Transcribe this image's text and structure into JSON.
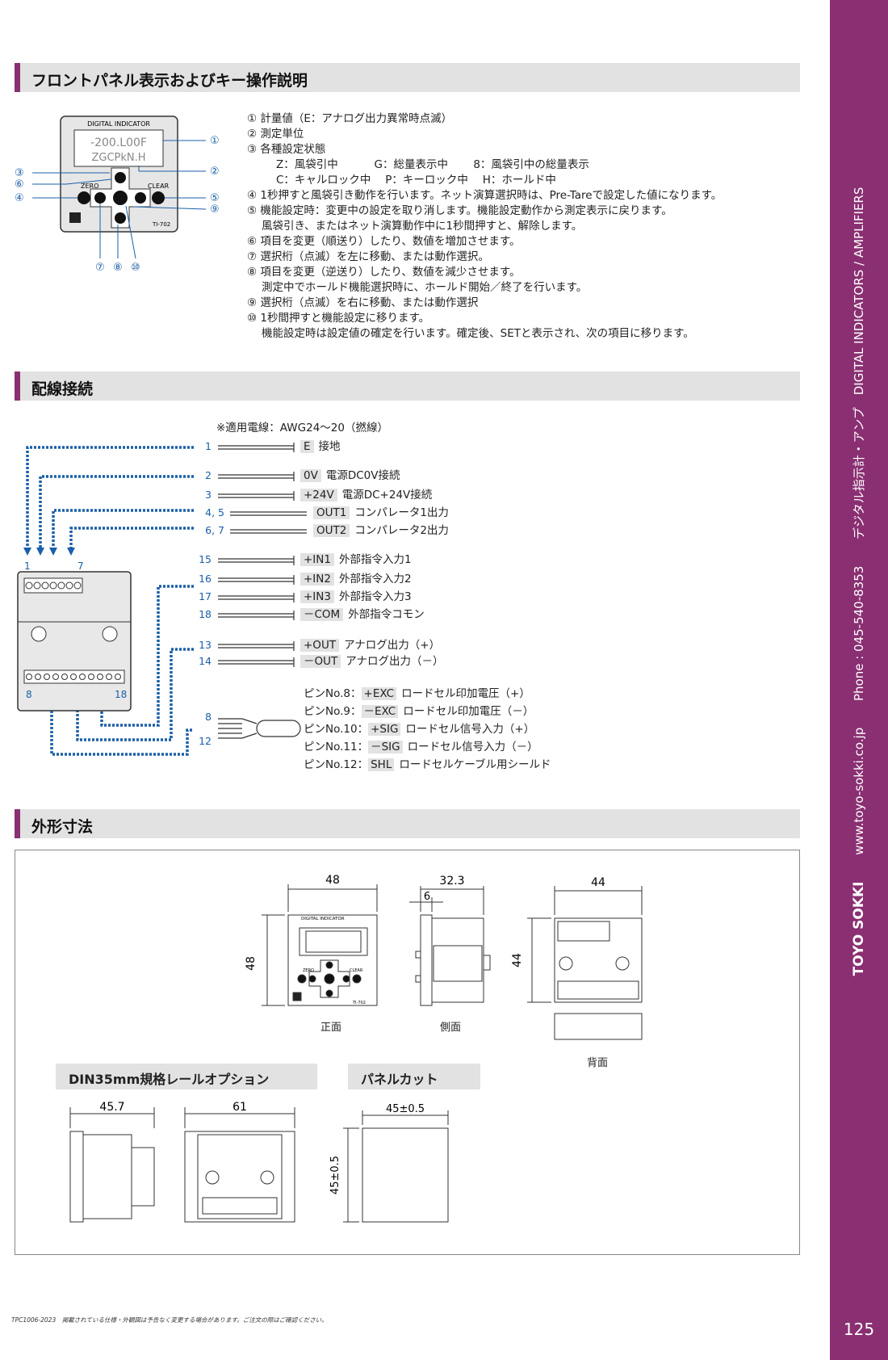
{
  "sections": {
    "front_panel": "フロントパネル表示およびキー操作説明",
    "wiring": "配線接続",
    "dimensions": "外形寸法"
  },
  "device": {
    "title": "DIGITAL INDICATOR",
    "zero": "ZERO",
    "clear": "CLEAR",
    "model": "TI-702"
  },
  "callouts": [
    "①",
    "②",
    "③",
    "④",
    "⑤",
    "⑥",
    "⑦",
    "⑧",
    "⑨",
    "⑩"
  ],
  "panel_desc": {
    "l1": "① 計量値（E：アナログ出力異常時点滅）",
    "l2": "② 測定単位",
    "l3": "③ 各種設定状態",
    "s1": "Z：風袋引中",
    "s2": "G：総量表示中",
    "s3": "8：風袋引中の総量表示",
    "s4": "C：キャルロック中",
    "s5": "P：キーロック中",
    "s6": "H：ホールド中",
    "l4": "④ 1秒押すと風袋引き動作を行います。ネット演算選択時は、Pre-Tareで設定した値になります。",
    "l5": "⑤ 機能設定時：変更中の設定を取り消します。機能設定動作から測定表示に戻ります。",
    "l5b": "風袋引き、またはネット演算動作中に1秒間押すと、解除します。",
    "l6": "⑥ 項目を変更（順送り）したり、数値を増加させます。",
    "l7": "⑦ 選択桁（点滅）を左に移動、または動作選択。",
    "l8": "⑧ 項目を変更（逆送り）したり、数値を減少させます。",
    "l8b": "測定中でホールド機能選択時に、ホールド開始／終了を行います。",
    "l9": "⑨ 選択桁（点滅）を右に移動、または動作選択",
    "l10": "⑩ 1秒間押すと機能設定に移ります。",
    "l10b": "機能設定時は設定値の確定を行います。確定後、SETと表示され、次の項目に移ります。"
  },
  "wiring": {
    "note": "※適用電線：AWG24～20（撚線）",
    "lines": [
      {
        "pin": "1",
        "tag": "E",
        "desc": "接地"
      },
      {
        "pin": "2",
        "tag": "0V",
        "desc": "電源DC0V接続"
      },
      {
        "pin": "3",
        "tag": "+24V",
        "desc": "電源DC+24V接続"
      },
      {
        "pin": "4, 5",
        "tag": "OUT1",
        "desc": "コンパレータ1出力"
      },
      {
        "pin": "6, 7",
        "tag": "OUT2",
        "desc": "コンパレータ2出力"
      },
      {
        "pin": "15",
        "tag": "+IN1",
        "desc": "外部指令入力1"
      },
      {
        "pin": "16",
        "tag": "+IN2",
        "desc": "外部指令入力2"
      },
      {
        "pin": "17",
        "tag": "+IN3",
        "desc": "外部指令入力3"
      },
      {
        "pin": "18",
        "tag": "－COM",
        "desc": "外部指令コモン"
      },
      {
        "pin": "13",
        "tag": "+OUT",
        "desc": "アナログ出力（+）"
      },
      {
        "pin": "14",
        "tag": "－OUT",
        "desc": "アナログ出力（－）"
      }
    ],
    "cable_pins": {
      "top": "8",
      "bottom": "12"
    },
    "block_pins": {
      "p1": "1",
      "p7": "7",
      "p8": "8",
      "p18": "18"
    },
    "pins": [
      {
        "label": "ピンNo.8：",
        "tag": "+EXC",
        "desc": "ロードセル印加電圧（+）"
      },
      {
        "label": "ピンNo.9：",
        "tag": "－EXC",
        "desc": "ロードセル印加電圧（－）"
      },
      {
        "label": "ピンNo.10：",
        "tag": "+SIG",
        "desc": "ロードセル信号入力（+）"
      },
      {
        "label": "ピンNo.11：",
        "tag": "－SIG",
        "desc": "ロードセル信号入力（－）"
      },
      {
        "label": "ピンNo.12：",
        "tag": "SHL",
        "desc": "ロードセルケーブル用シールド"
      }
    ]
  },
  "dims": {
    "front_w": "48",
    "front_h": "48",
    "side_d": "32.3",
    "side_f": "6",
    "back_w": "44",
    "back_h": "44",
    "cap_front": "正面",
    "cap_side": "側面",
    "cap_back": "背面",
    "din_title": "DIN35mm規格レールオプション",
    "cut_title": "パネルカット",
    "din_a": "45.7",
    "din_b": "61",
    "cut_w": "45±0.5",
    "cut_h": "45±0.5"
  },
  "sidebar": {
    "brand": "TOYO SOKKI",
    "url": "www.toyo-sokki.co.jp",
    "phone": "Phone : 045-540-8353",
    "category": "デジタル指示計・アンプ　DIGITAL INDICATORS / AMPLIFIERS"
  },
  "page_number": "125",
  "footer": "TPC1006-2023　掲載されている仕様・外観図は予告なく変更する場合があります。ご注文の際はご確認ください。"
}
